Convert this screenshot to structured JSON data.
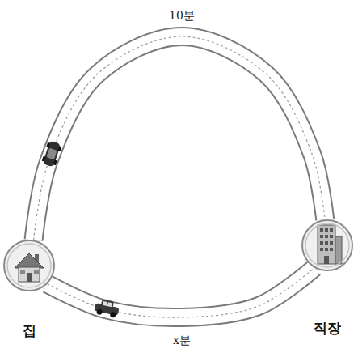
{
  "diagram": {
    "nodes": [
      {
        "text": [
          "집"
        ]
      },
      {
        "text": [
          "직장"
        ]
      }
    ],
    "edges": [
      {
        "from": 0,
        "to": 1,
        "arrow": "none",
        "label": "10분"
      },
      {
        "from": 0,
        "to": 1,
        "arrow": "none",
        "label": "x분"
      }
    ]
  }
}
